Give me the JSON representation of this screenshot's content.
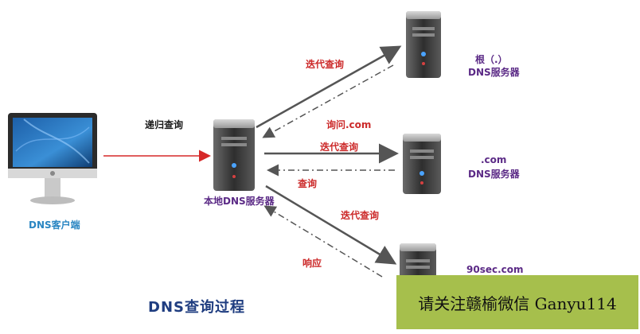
{
  "diagram": {
    "caption": "DNS查询过程",
    "client_label": "DNS客户端",
    "local_server_label": "本地DNS服务器",
    "root_server": {
      "line1": "根（.）",
      "line2": "DNS服务器"
    },
    "com_server": {
      "line1": ".com",
      "line2": "DNS服务器"
    },
    "target_server_label": "90sec.com",
    "arrows": {
      "recursive_query": "递归查询",
      "iter_query_root": "迭代查询",
      "ask_com": "询问.com",
      "iter_query_com": "迭代查询",
      "query_back": "查询",
      "iter_query_target": "迭代查询",
      "response": "响应"
    },
    "colors": {
      "request_arrow": "#d62828",
      "server_arrow": "#555555",
      "banner": "#a6bf4c"
    }
  },
  "banner": {
    "text": "请关注赣榆微信 Ganyu114"
  }
}
